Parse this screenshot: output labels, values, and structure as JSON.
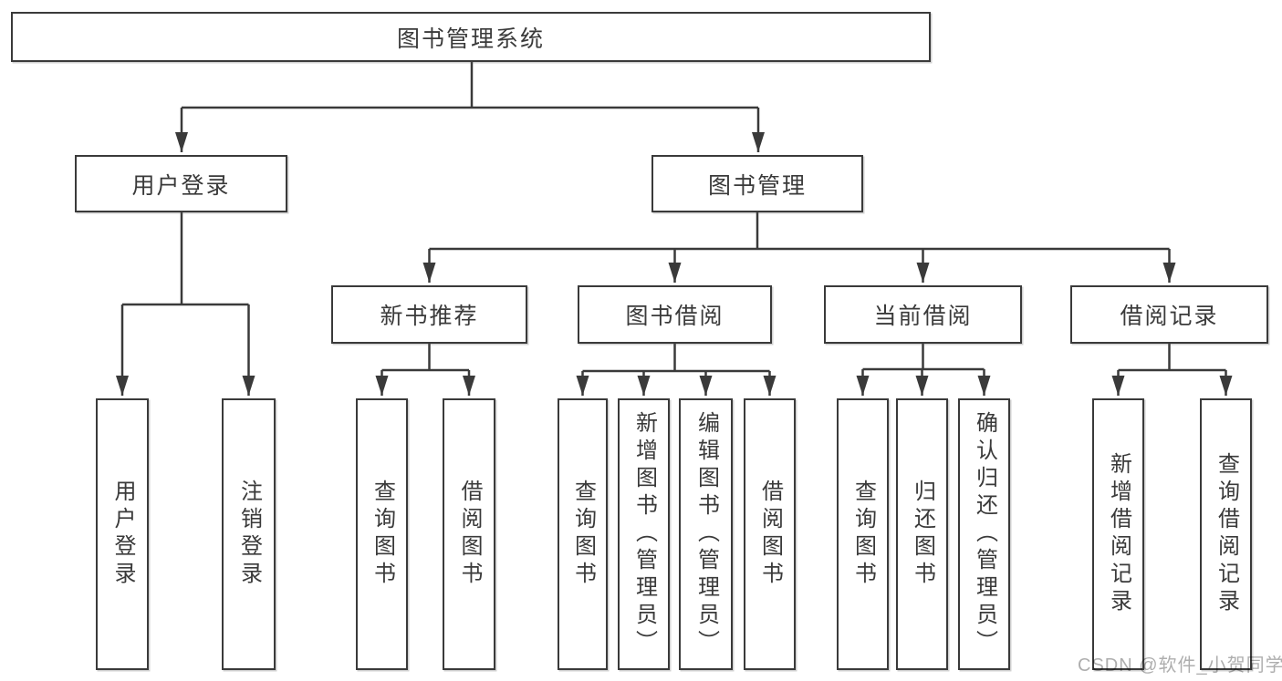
{
  "diagram": {
    "title": "图书管理系统",
    "level2": [
      "用户登录",
      "图书管理"
    ],
    "level3": [
      "新书推荐",
      "图书借阅",
      "当前借阅",
      "借阅记录"
    ],
    "leaves": {
      "user_login": [
        "用户登录",
        "注销登录"
      ],
      "new_books": [
        "查询图书",
        "借阅图书"
      ],
      "book_borrow": [
        "查询图书",
        "新增图书（管理员）",
        "编辑图书（管理员）",
        "借阅图书"
      ],
      "current_borrow": [
        "查询图书",
        "归还图书",
        "确认归还（管理员）"
      ],
      "borrow_records": [
        "新增借阅记录",
        "查询借阅记录"
      ]
    },
    "colors": {
      "line": "#3a3a3a",
      "text": "#3a3a3a",
      "background": "#ffffff",
      "watermark": "#aeaeae"
    },
    "watermark": "CSDN @软件_小贺同学"
  }
}
